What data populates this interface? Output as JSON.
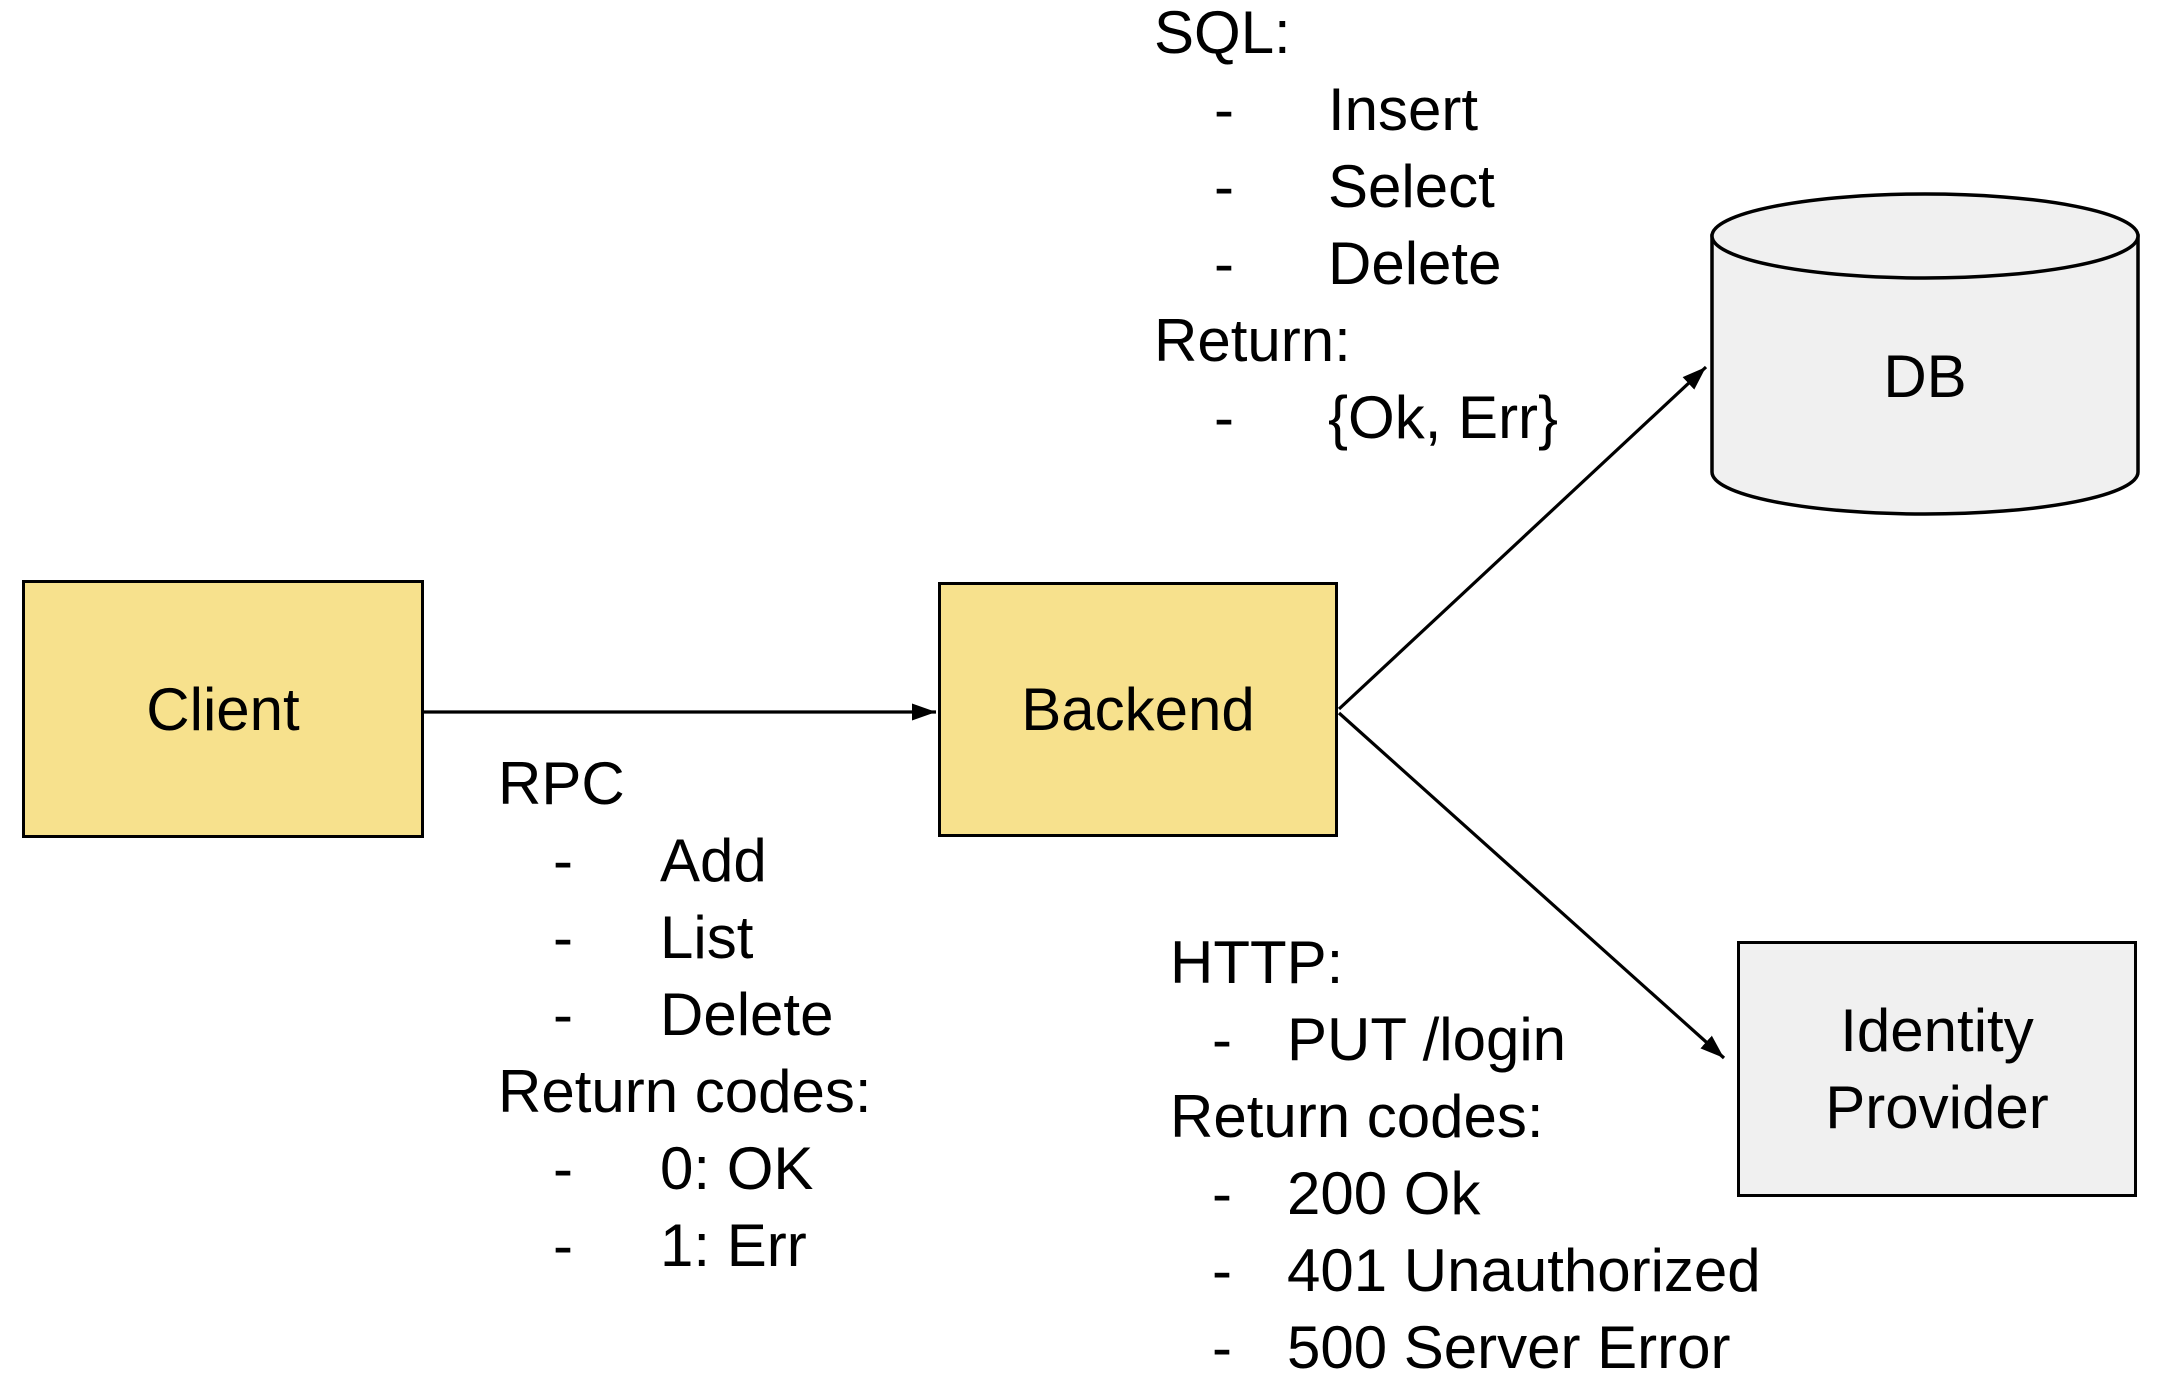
{
  "diagram": {
    "background": "#FFFFFF",
    "colors": {
      "node_yellow": "#F7E18D",
      "node_gray": "#F0F0F0",
      "stroke": "#000000",
      "text": "#000000"
    }
  },
  "glyphs": {
    "bullet_dash": "-"
  },
  "nodes": {
    "client": {
      "label": "Client",
      "shape": "rectangle",
      "fill": "#F7E18D"
    },
    "backend": {
      "label": "Backend",
      "shape": "rectangle",
      "fill": "#F7E18D"
    },
    "db": {
      "label": "DB",
      "shape": "cylinder",
      "fill": "#F0F0F0"
    },
    "identity_provider": {
      "label": "Identity Provider",
      "line1": "Identity",
      "line2": "Provider",
      "shape": "rectangle",
      "fill": "#F0F0F0"
    }
  },
  "edges": {
    "client_backend": {
      "from": "Client",
      "to": "Backend",
      "annotation": "rpc"
    },
    "backend_db": {
      "from": "Backend",
      "to": "DB",
      "annotation": "sql"
    },
    "backend_idp": {
      "from": "Backend",
      "to": "Identity Provider",
      "annotation": "http"
    }
  },
  "annotations": {
    "rpc": {
      "header": "RPC",
      "items": [
        "Add",
        "List",
        "Delete"
      ],
      "return_header": "Return codes:",
      "return_items": [
        "0: OK",
        "1: Err"
      ]
    },
    "sql": {
      "header": "SQL:",
      "items": [
        "Insert",
        "Select",
        "Delete"
      ],
      "return_header": "Return:",
      "return_items": [
        "{Ok, Err}"
      ]
    },
    "http": {
      "header": "HTTP:",
      "items": [
        "PUT /login"
      ],
      "return_header": "Return codes:",
      "return_items": [
        "200 Ok",
        "401 Unauthorized",
        "500 Server Error"
      ]
    }
  }
}
